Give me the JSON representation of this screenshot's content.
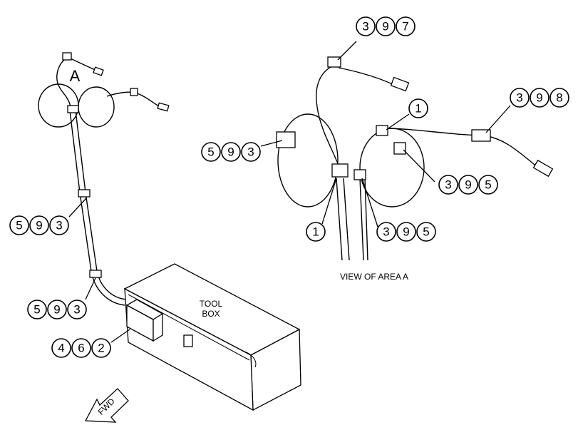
{
  "callouts": {
    "b593_top": "593",
    "b593_mid": "593",
    "b462": "462",
    "b397": "397",
    "b398": "398",
    "b1_top": "1",
    "b593_view": "593",
    "b395_right": "395",
    "b1_bottom": "1",
    "b395_bottom": "395"
  },
  "labels": {
    "area_marker": "A",
    "view_title": "VIEW OF AREA A",
    "toolbox_line1": "TOOL",
    "toolbox_line2": "BOX",
    "fwd_arrow": "FWD"
  }
}
